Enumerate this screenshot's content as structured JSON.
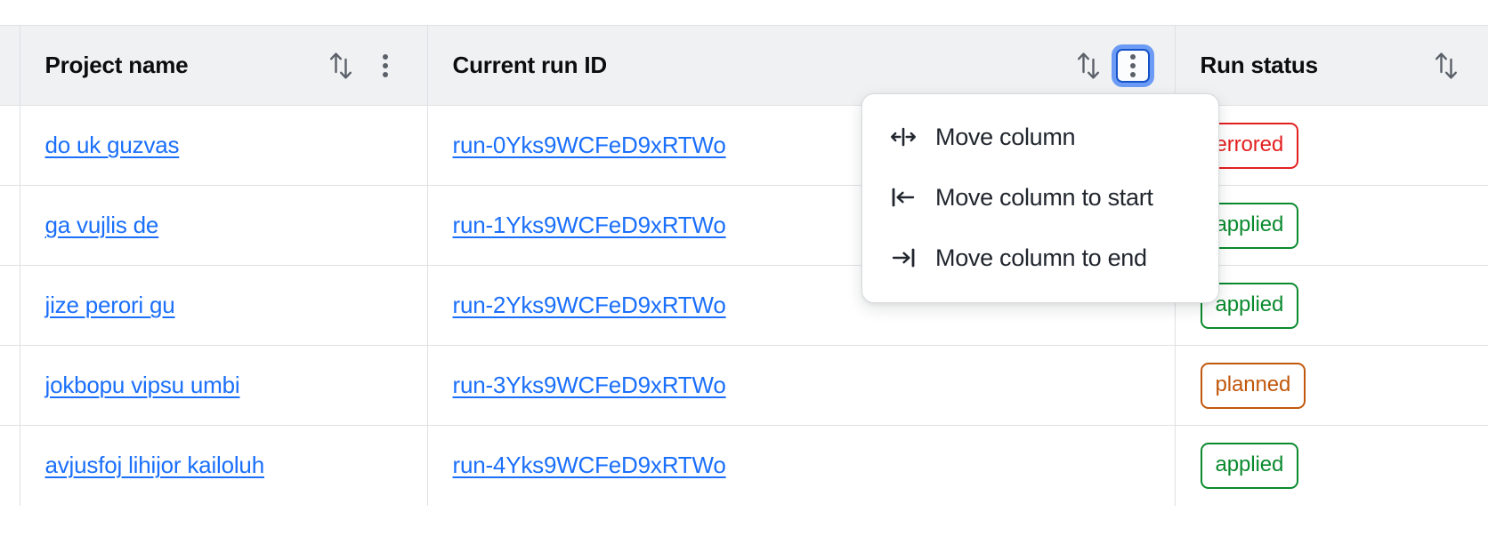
{
  "table": {
    "columns": [
      {
        "key": "gutter",
        "label": "",
        "has_sort": false,
        "has_kebab": false
      },
      {
        "key": "project_name",
        "label": "Project name",
        "has_sort": true,
        "has_kebab": true,
        "kebab_focused": false
      },
      {
        "key": "current_run_id",
        "label": "Current run ID",
        "has_sort": true,
        "has_kebab": true,
        "kebab_focused": true
      },
      {
        "key": "run_status",
        "label": "Run status",
        "has_sort": true,
        "has_kebab": false
      }
    ],
    "rows": [
      {
        "project_name": "do uk guzvas",
        "current_run_id": "run-0Yks9WCFeD9xRTWo",
        "run_status": "errored"
      },
      {
        "project_name": "ga vujlis de",
        "current_run_id": "run-1Yks9WCFeD9xRTWo",
        "run_status": "applied"
      },
      {
        "project_name": "jize perori gu",
        "current_run_id": "run-2Yks9WCFeD9xRTWo",
        "run_status": "applied"
      },
      {
        "project_name": "jokbopu vipsu umbi",
        "current_run_id": "run-3Yks9WCFeD9xRTWo",
        "run_status": "planned"
      },
      {
        "project_name": "avjusfoj lihijor kailoluh",
        "current_run_id": "run-4Yks9WCFeD9xRTWo",
        "run_status": "applied"
      }
    ],
    "status_colors": {
      "errored": "#e32020",
      "applied": "#0b8a2e",
      "planned": "#c1570d"
    },
    "link_color": "#1a6ffb",
    "header_background": "#f0f1f3",
    "border_color": "#dfe1e4"
  },
  "column_menu": {
    "open_for_column": "Current run ID",
    "focus_ring_color": "#6b9bf5",
    "items": [
      {
        "icon": "move-column-icon",
        "label": "Move column"
      },
      {
        "icon": "move-column-to-start-icon",
        "label": "Move column to start"
      },
      {
        "icon": "move-column-to-end-icon",
        "label": "Move column to end"
      }
    ]
  },
  "icons": {
    "sort": "sort-arrows-icon",
    "kebab": "kebab-menu-icon"
  }
}
